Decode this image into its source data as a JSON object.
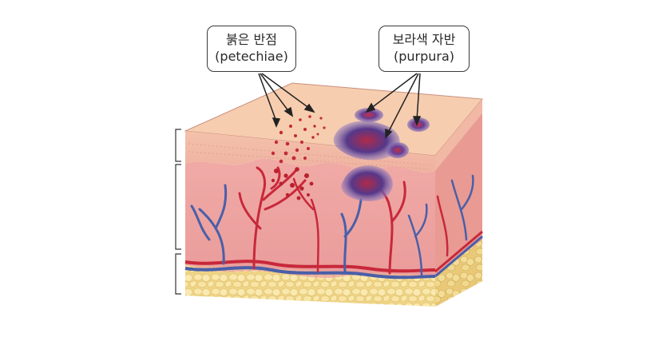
{
  "labels": {
    "petechiae": {
      "korean": "붉은 반점",
      "english": "(petechiae)"
    },
    "purpura": {
      "korean": "보라색 자반",
      "english": "(purpura)"
    }
  },
  "colors": {
    "epidermis_top": "#f6c9a8",
    "epidermis_front": "#f1b9a4",
    "dermis": "#eea5a2",
    "dermis_side": "#e48f8f",
    "subcutaneous_fat": "#f3dc93",
    "fat_cell": "#f8e6a8",
    "artery": "#c8283a",
    "vein": "#4a5fa8",
    "petechiae_dot": "#c22a38",
    "purpura_bruise": "#5a3c8c"
  }
}
